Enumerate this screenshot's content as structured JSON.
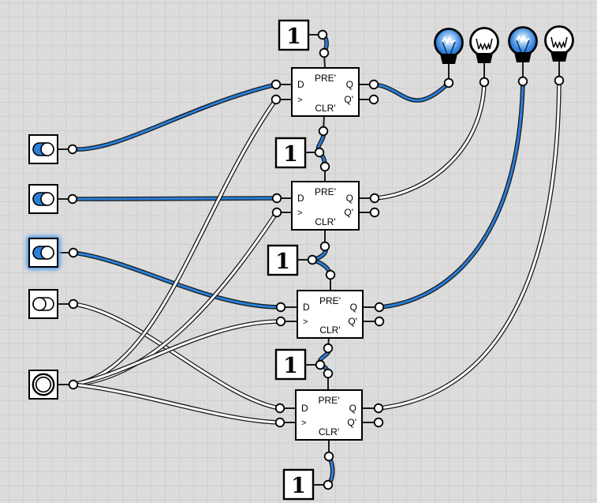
{
  "canvas": {
    "background": "#dcdcdc",
    "grid_color": "#cfcfcf",
    "wire_high_color": "#2a7fd9",
    "wire_low_color": "#ffffff",
    "selection_glow_color": "#6aa5e8"
  },
  "constants": [
    {
      "label": "1"
    },
    {
      "label": "1"
    },
    {
      "label": "1"
    },
    {
      "label": "1"
    },
    {
      "label": "1"
    }
  ],
  "flipflops": [
    {
      "pre": "PRE'",
      "clr": "CLR'",
      "d": "D",
      "clk": ">",
      "q": "Q",
      "qn": "Q'"
    },
    {
      "pre": "PRE'",
      "clr": "CLR'",
      "d": "D",
      "clk": ">",
      "q": "Q",
      "qn": "Q'"
    },
    {
      "pre": "PRE'",
      "clr": "CLR'",
      "d": "D",
      "clk": ">",
      "q": "Q",
      "qn": "Q'"
    },
    {
      "pre": "PRE'",
      "clr": "CLR'",
      "d": "D",
      "clk": ">",
      "q": "Q",
      "qn": "Q'"
    }
  ],
  "switches": [
    {
      "type": "toggle",
      "state": "on",
      "selected": false
    },
    {
      "type": "toggle",
      "state": "on",
      "selected": false
    },
    {
      "type": "toggle",
      "state": "on",
      "selected": true
    },
    {
      "type": "toggle",
      "state": "off",
      "selected": false
    }
  ],
  "push_button": {
    "state": "released"
  },
  "bulbs": [
    {
      "state": "on"
    },
    {
      "state": "off"
    },
    {
      "state": "on"
    },
    {
      "state": "off"
    }
  ],
  "wires": [
    {
      "from": "toggle-switch-1",
      "to": "ff1-D",
      "signal": "high"
    },
    {
      "from": "toggle-switch-2",
      "to": "ff2-D",
      "signal": "high"
    },
    {
      "from": "toggle-switch-3",
      "to": "ff3-D",
      "signal": "high"
    },
    {
      "from": "toggle-switch-4",
      "to": "ff4-D",
      "signal": "low"
    },
    {
      "from": "push-button",
      "to": "ff1-CLK",
      "signal": "low"
    },
    {
      "from": "push-button",
      "to": "ff2-CLK",
      "signal": "low"
    },
    {
      "from": "push-button",
      "to": "ff3-CLK",
      "signal": "low"
    },
    {
      "from": "push-button",
      "to": "ff4-CLK",
      "signal": "low"
    },
    {
      "from": "ff1-Q",
      "to": "bulb-1",
      "signal": "high"
    },
    {
      "from": "ff2-Q",
      "to": "bulb-2",
      "signal": "low"
    },
    {
      "from": "ff3-Q",
      "to": "bulb-3",
      "signal": "high"
    },
    {
      "from": "ff4-Q",
      "to": "bulb-4",
      "signal": "low"
    },
    {
      "from": "constant-1",
      "to": "ff1-PRE",
      "signal": "high"
    },
    {
      "from": "ff1-CLR",
      "to": "constant-2",
      "signal": "high"
    },
    {
      "from": "constant-2",
      "to": "ff2-PRE",
      "signal": "high"
    },
    {
      "from": "ff2-CLR",
      "to": "constant-3",
      "signal": "high"
    },
    {
      "from": "constant-3",
      "to": "ff3-PRE",
      "signal": "high"
    },
    {
      "from": "ff3-CLR",
      "to": "constant-4",
      "signal": "high"
    },
    {
      "from": "constant-4",
      "to": "ff4-PRE",
      "signal": "high"
    },
    {
      "from": "ff4-CLR",
      "to": "constant-5",
      "signal": "high"
    }
  ]
}
